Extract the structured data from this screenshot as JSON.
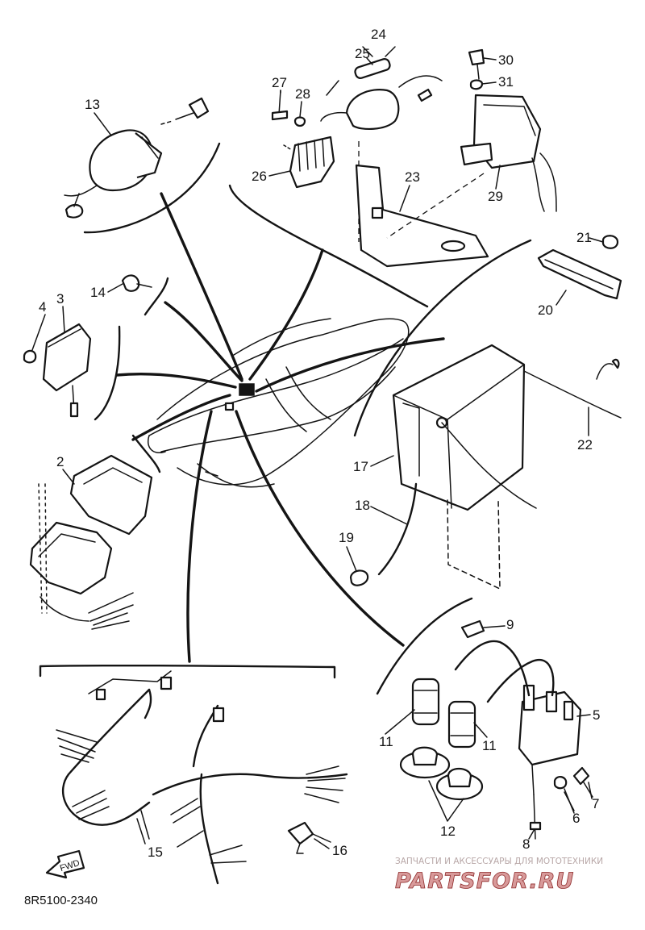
{
  "diagram": {
    "part_numbers": [
      "13",
      "14",
      "4",
      "3",
      "2",
      "15",
      "16",
      "27",
      "28",
      "26",
      "24",
      "25",
      "23",
      "30",
      "31",
      "29",
      "21",
      "20",
      "22",
      "17",
      "18",
      "19",
      "9",
      "5",
      "11",
      "11",
      "12",
      "7",
      "6",
      "8"
    ],
    "fwd_label": "FWD",
    "catalog_code": "8R5100-2340"
  },
  "watermark": {
    "subtitle": "ЗАПЧАСТИ И АКСЕССУАРЫ ДЛЯ МОТОТЕХНИКИ",
    "brand": "PARTSFOR.RU"
  },
  "colors": {
    "line": "#141414",
    "background": "#ffffff",
    "watermark_fill": "#d89a9a",
    "watermark_stroke": "#8e2a2a"
  }
}
